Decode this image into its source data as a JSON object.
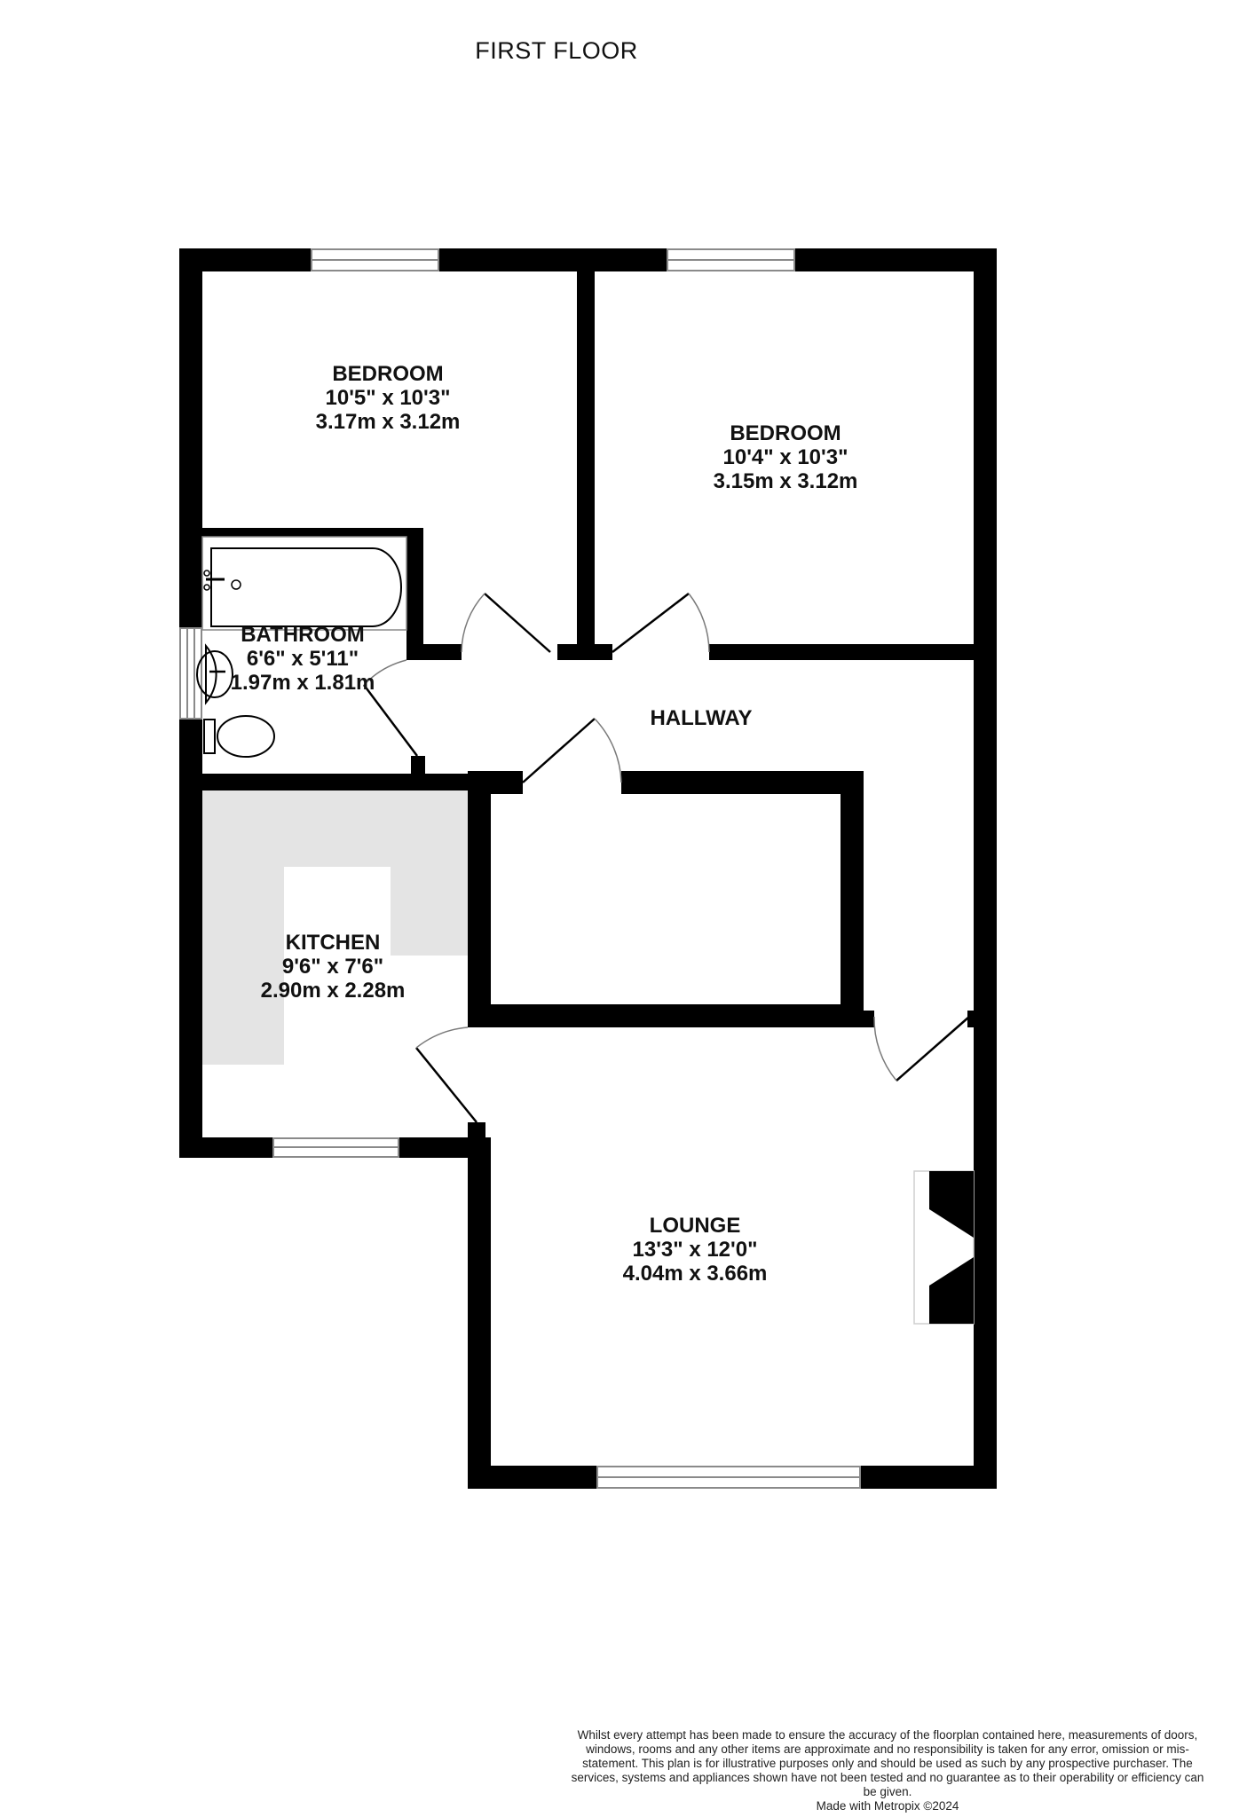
{
  "title": "FIRST FLOOR",
  "colors": {
    "wall": "#000000",
    "background": "#ffffff",
    "kitchen_units": "#e4e4e4",
    "window_line": "#8a8a8a",
    "door_arc": "#7a7a7a"
  },
  "rooms": [
    {
      "name": "BEDROOM",
      "imperial": "10'5\"  x 10'3\"",
      "metric": "3.17m  x 3.12m"
    },
    {
      "name": "BEDROOM",
      "imperial": "10'4\"  x 10'3\"",
      "metric": "3.15m  x 3.12m"
    },
    {
      "name": "BATHROOM",
      "imperial": "6'6\"  x 5'11\"",
      "metric": "1.97m  x 1.81m"
    },
    {
      "name": "HALLWAY"
    },
    {
      "name": "KITCHEN",
      "imperial": "9'6\"  x 7'6\"",
      "metric": "2.90m  x 2.28m"
    },
    {
      "name": "LOUNGE",
      "imperial": "13'3\"  x 12'0\"",
      "metric": "4.04m  x 3.66m"
    }
  ],
  "fixtures": [
    "bath-icon",
    "wash-basin-icon",
    "toilet-icon",
    "fireplace-icon"
  ],
  "disclaimer": {
    "text": "Whilst every attempt has been made to ensure the accuracy of the floorplan contained here, measurements of doors, windows, rooms and any other items are approximate and no responsibility is taken for any error, omission or mis-statement. This plan is for illustrative purposes only and should be used as such by any prospective purchaser. The services, systems and appliances shown have not been tested and no guarantee as to their operability or efficiency can be given.",
    "credit": "Made with Metropix ©2024"
  }
}
